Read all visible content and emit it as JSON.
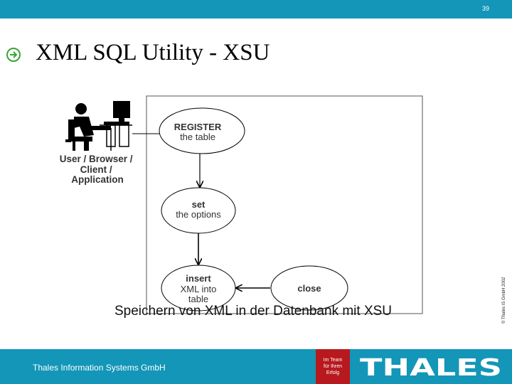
{
  "page_number": "39",
  "title": "XML SQL Utility - XSU",
  "diagram": {
    "actor_label_lines": [
      "User / Browser /",
      "Client /",
      "Application"
    ],
    "nodes": [
      {
        "id": "register",
        "line1": "REGISTER",
        "line2": "the table"
      },
      {
        "id": "set",
        "line1": "set",
        "line2": "the options"
      },
      {
        "id": "insert",
        "line1": "insert",
        "line2": "XML into",
        "line3": "table"
      },
      {
        "id": "close",
        "line1": "close"
      }
    ]
  },
  "caption": "Speichern von XML in der Datenbank mit XSU",
  "copyright": "© Thales IS GmbH 2002",
  "footer": {
    "company": "Thales Information Systems GmbH",
    "motto_lines": [
      "Im Team",
      "für Ihren",
      "Erfolg"
    ],
    "logo_text": "THALES"
  },
  "colors": {
    "bar": "#1396b8",
    "motto_box": "#b7191e",
    "title_arrow": "#3aa534"
  }
}
